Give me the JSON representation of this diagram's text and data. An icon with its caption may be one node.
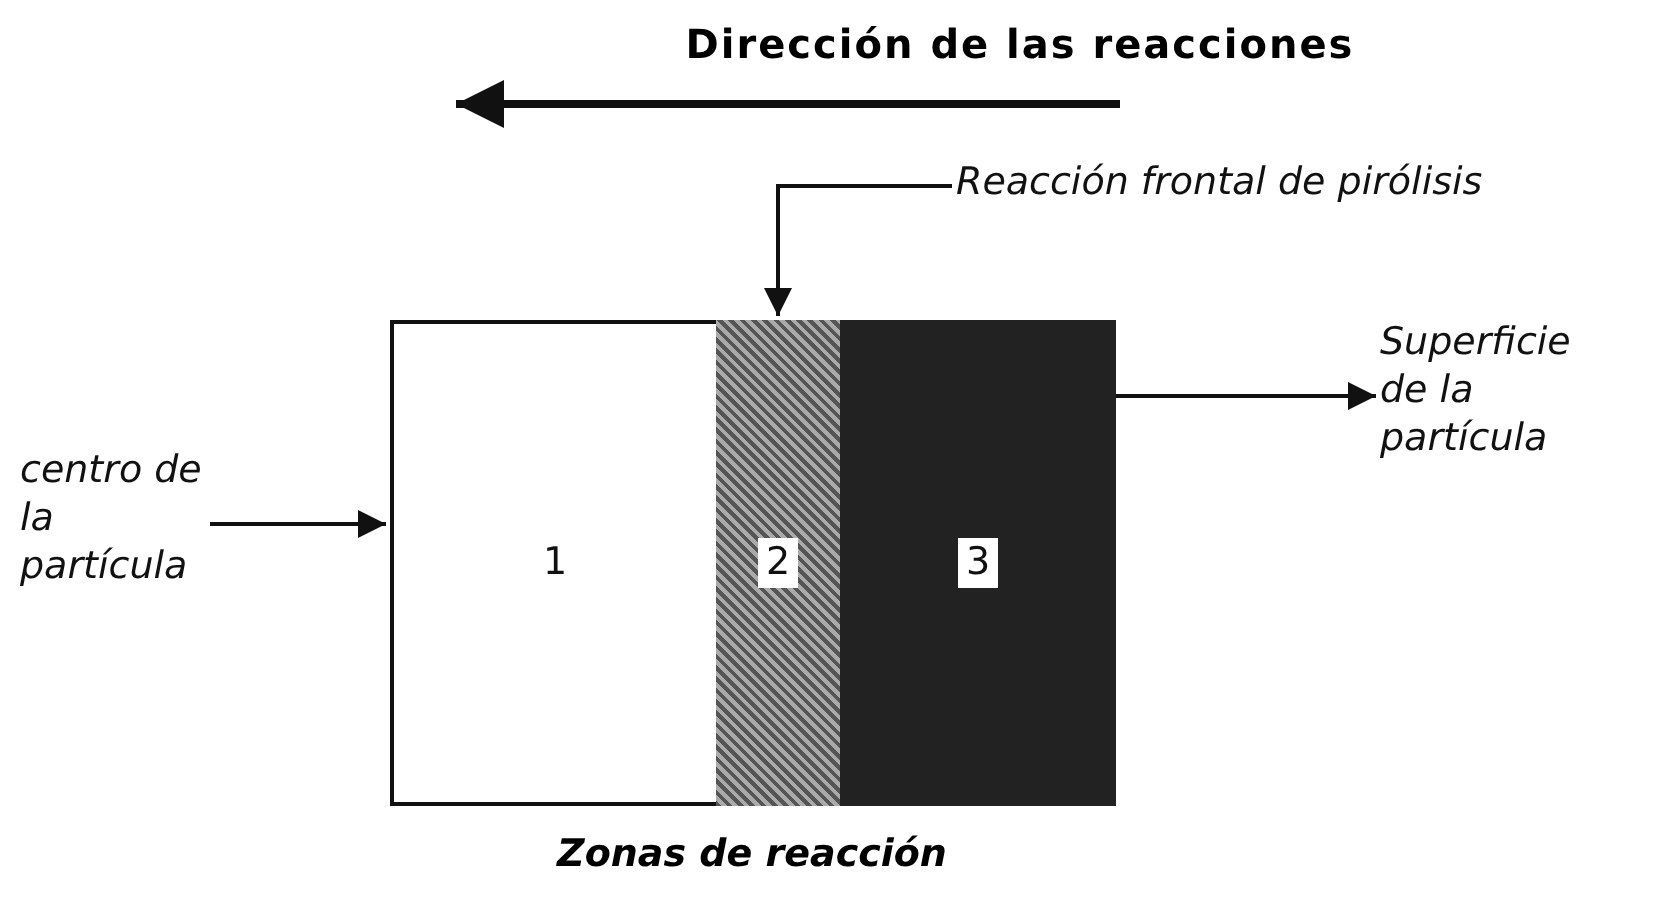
{
  "diagram": {
    "caption": "Zonas de reacción",
    "nodes": [
      {
        "text": [
          "1"
        ]
      },
      {
        "text": [
          "2"
        ]
      },
      {
        "text": [
          "3"
        ]
      },
      {
        "text": [
          "centro de la partícula"
        ]
      },
      {
        "text": [
          "Superficie de la partícula"
        ]
      },
      {
        "text": [
          "Reacción frontal de pirólisis"
        ]
      }
    ],
    "edges": [
      {
        "from": 3,
        "to": 0,
        "arrow": "to"
      },
      {
        "from": 2,
        "to": 4,
        "arrow": "to"
      },
      {
        "from": 5,
        "to": 1,
        "arrow": "to"
      }
    ],
    "labels": [
      "Dirección de las reacciones"
    ]
  }
}
